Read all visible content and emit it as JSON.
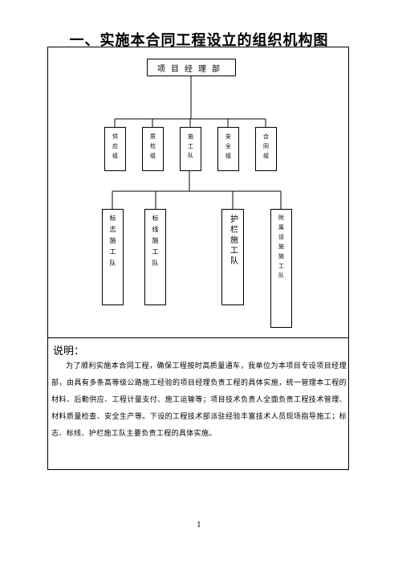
{
  "title": "一、实施本合同工程设立的组织机构图",
  "chart": {
    "head": "项目经理部",
    "groups": [
      "供应组",
      "质检组",
      "施工队",
      "安全组",
      "合同组"
    ],
    "teams": [
      "标志施工队",
      "标线施工队",
      "护栏施工队",
      "附属设施施工队"
    ]
  },
  "note": {
    "label": "说明：",
    "text": "为了顺利实施本合同工程，确保工程按时高质量通车，我单位为本项目专设项目经理部，由具有多条高等级公路施工经验的项目经理负责工程的具体实施，统一管理本工程的材料、后勤供应、工程计量支付、施工运输等；项目技术负责人全面负责工程技术管理、材料质量检查、安全生产等。下设的工程技术部派驻经验丰富技术人员现场指导施工；标志、标线、护栏施工队主要负责工程的具体实施。"
  },
  "page_number": "1"
}
